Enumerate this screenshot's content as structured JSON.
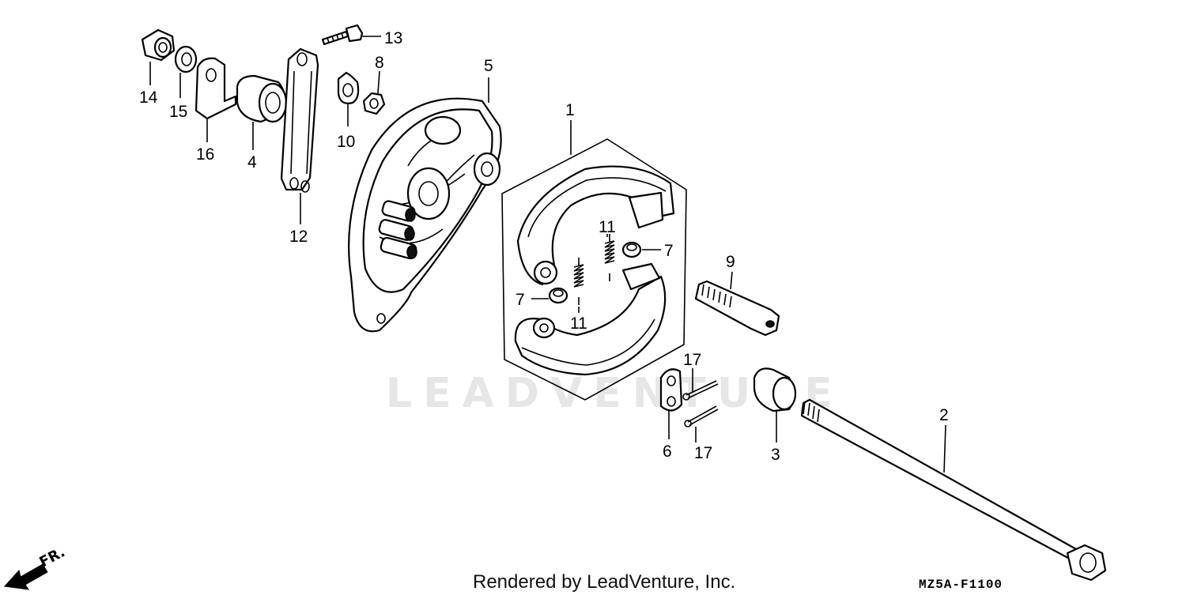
{
  "diagram": {
    "watermark": "LEADVENTURE",
    "direction_label": "FR.",
    "footer": "Rendered by LeadVenture, Inc.",
    "diagram_code": "MZ5A-F1100",
    "callouts": {
      "p1": "1",
      "p2": "2",
      "p3": "3",
      "p4": "4",
      "p5": "5",
      "p6": "6",
      "p7a": "7",
      "p7b": "7",
      "p8": "8",
      "p9": "9",
      "p10": "10",
      "p11a": "11",
      "p11b": "11",
      "p12": "12",
      "p13": "13",
      "p14": "14",
      "p15": "15",
      "p16": "16",
      "p17a": "17",
      "p17b": "17"
    }
  }
}
